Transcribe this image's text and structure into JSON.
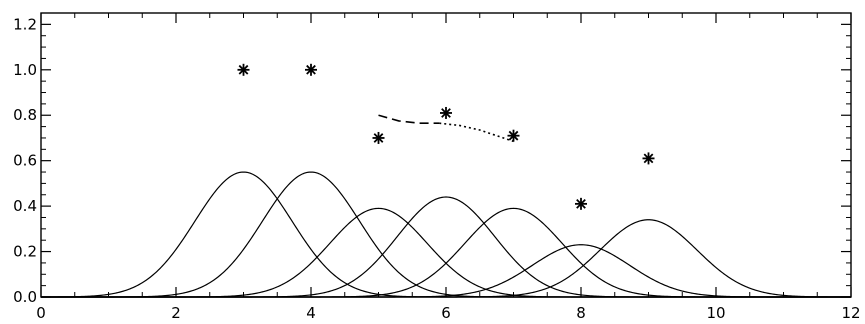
{
  "chart_data": {
    "type": "line",
    "title": "",
    "xlabel": "",
    "ylabel": "",
    "xlim": [
      0,
      12
    ],
    "ylim": [
      0,
      1.25
    ],
    "x_ticks": [
      "0",
      "2",
      "4",
      "6",
      "8",
      "10",
      "12"
    ],
    "y_ticks": [
      "0.0",
      "0.2",
      "0.4",
      "0.6",
      "0.8",
      "1.0",
      "1.2"
    ],
    "grid": false,
    "legend": "none",
    "series": [
      {
        "center": 3,
        "peak": 0.55,
        "width": 0.72
      },
      {
        "center": 4,
        "peak": 0.55,
        "width": 0.72
      },
      {
        "center": 5,
        "peak": 0.39,
        "width": 0.72
      },
      {
        "center": 6,
        "peak": 0.44,
        "width": 0.72
      },
      {
        "center": 7,
        "peak": 0.39,
        "width": 0.72
      },
      {
        "center": 8,
        "peak": 0.23,
        "width": 0.72
      },
      {
        "center": 9,
        "peak": 0.34,
        "width": 0.72
      }
    ],
    "points": {
      "marker": "asterisk",
      "x": [
        3,
        4,
        5,
        6,
        7,
        8,
        9
      ],
      "y": [
        1.0,
        1.0,
        0.7,
        0.81,
        0.71,
        0.41,
        0.61
      ]
    },
    "dashed_curve": {
      "style": "dashed",
      "x": [
        5.0,
        5.3,
        5.6,
        5.9
      ],
      "y": [
        0.8,
        0.775,
        0.765,
        0.765
      ]
    },
    "dotted_curve": {
      "style": "dotted",
      "x": [
        5.9,
        6.2,
        6.5,
        6.8,
        7.0
      ],
      "y": [
        0.765,
        0.755,
        0.735,
        0.705,
        0.685
      ]
    }
  }
}
